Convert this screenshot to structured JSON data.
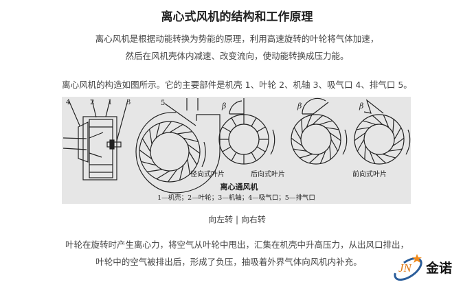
{
  "title": "离心式风机的结构和工作原理",
  "intro": [
    "离心风机是根据动能转换为势能的原理，利用高速旋转的叶轮将气体加速，",
    "然后在风机壳体内减速、改变流向，使动能转换成压力能。"
  ],
  "structure_text": "离心风机的构造如图所示。它的主要部件是机壳 1、叶轮 2、机轴 3、吸气口 4、排气口 5。",
  "figure": {
    "part_numbers": [
      "4",
      "2",
      "1",
      "3",
      "5"
    ],
    "beta": "β",
    "blade_labels": [
      "径向式叶片",
      "后向式叶片",
      "前向式叶片"
    ],
    "caption": "离心通风机",
    "legend": "1—机壳；2—叶轮；3—机轴；4—吸气口；5—排气口"
  },
  "rotation_caption": "向左转 | 向右转",
  "principle": [
    "叶轮在旋转时产生离心力，将空气从叶轮中甩出，汇集在机壳中升高压力，从出风口排出，",
    "叶轮中的空气被排出后，形成了负压，抽吸着外界气体向风机内补充。"
  ],
  "logo": {
    "mark": "JN",
    "name": "金诺",
    "colors": {
      "ring": "#2a5d9a",
      "star": "#f08a1c",
      "letters": "#e07a18"
    }
  }
}
